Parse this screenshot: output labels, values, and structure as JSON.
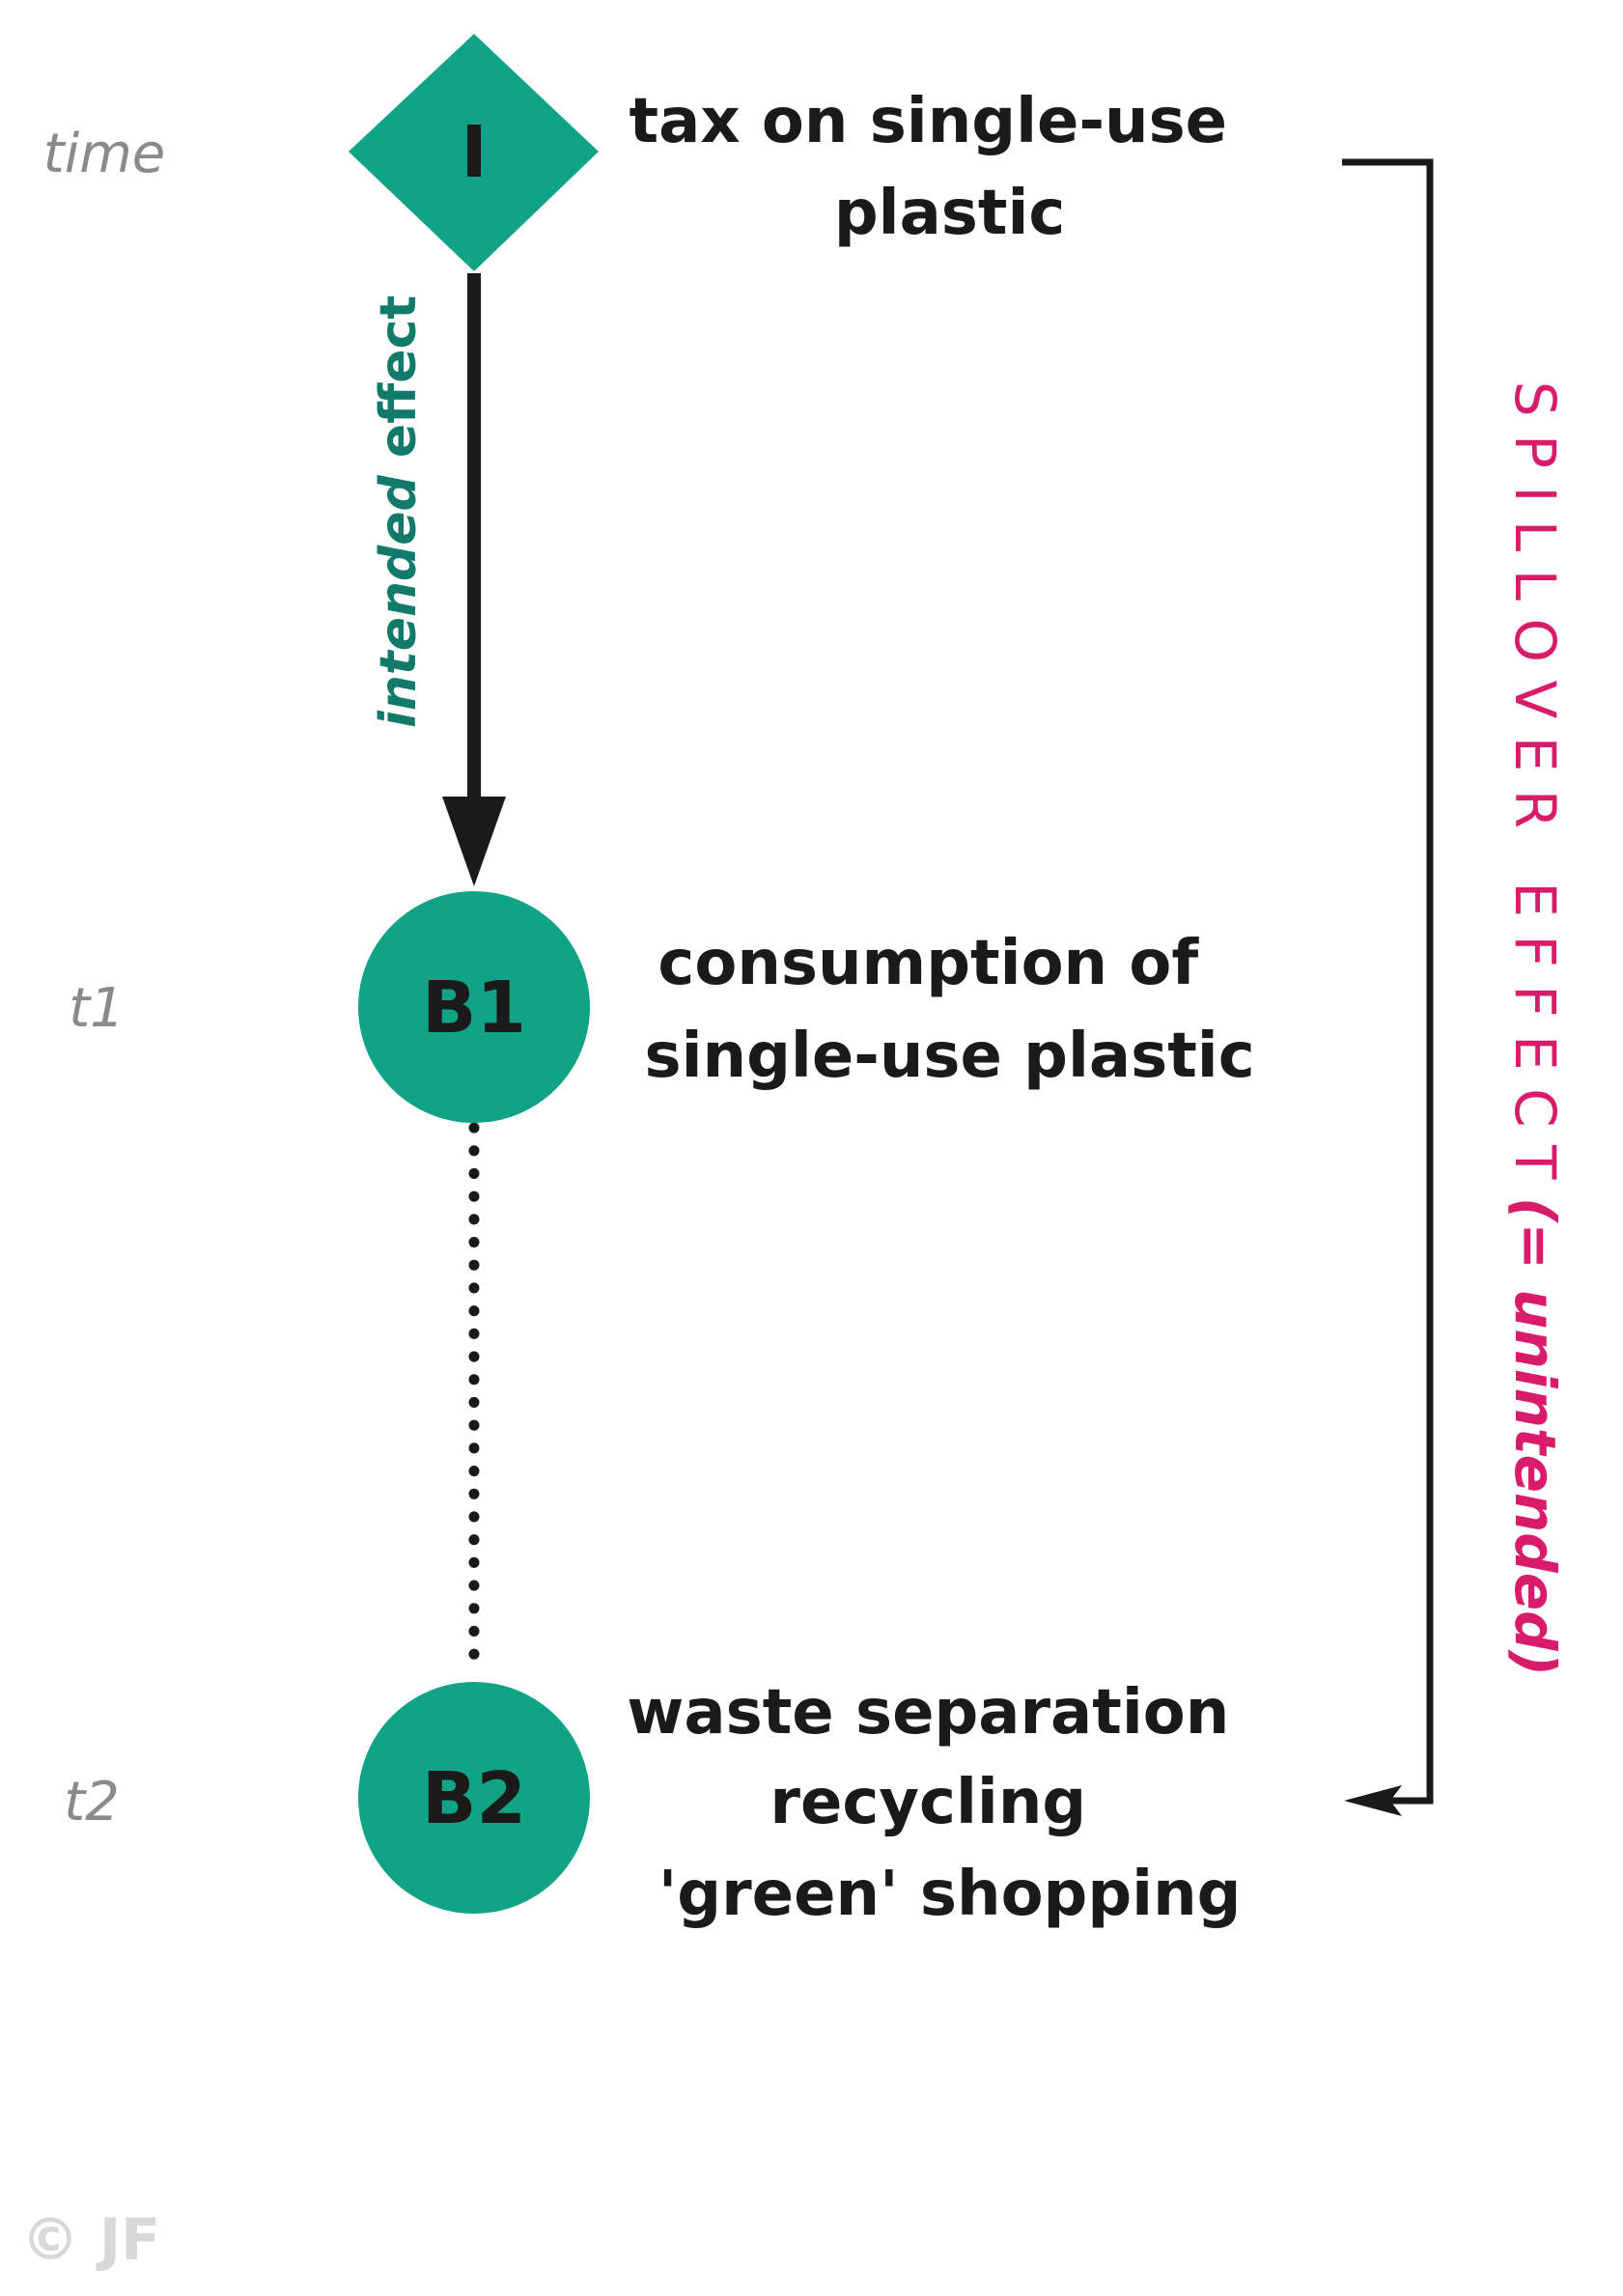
{
  "time_labels": {
    "time": "time",
    "t1": "t1",
    "t2": "t2"
  },
  "nodes": {
    "intervention": "I",
    "b1": "B1",
    "b2": "B2"
  },
  "descriptions": {
    "intervention": [
      "tax on single-use",
      "plastic"
    ],
    "b1": [
      "consumption of",
      "single-use plastic"
    ],
    "b2": [
      "waste separation",
      "recycling",
      "'green' shopping"
    ]
  },
  "arrows": {
    "intended": {
      "italic_part": "intended",
      "regular_part": " effect"
    },
    "spillover": {
      "regular_part": "S P I L L O V E R   E F F E C T ",
      "italic_part": "(= unintended)"
    }
  },
  "copyright": "© JF",
  "colors": {
    "node_fill": "#11a386",
    "text": "#1a1a1a",
    "time_label": "#8a8a8a",
    "intended_label": "#127a6b",
    "spillover_label": "#d81b6b",
    "copyright": "#d8d8d8"
  }
}
